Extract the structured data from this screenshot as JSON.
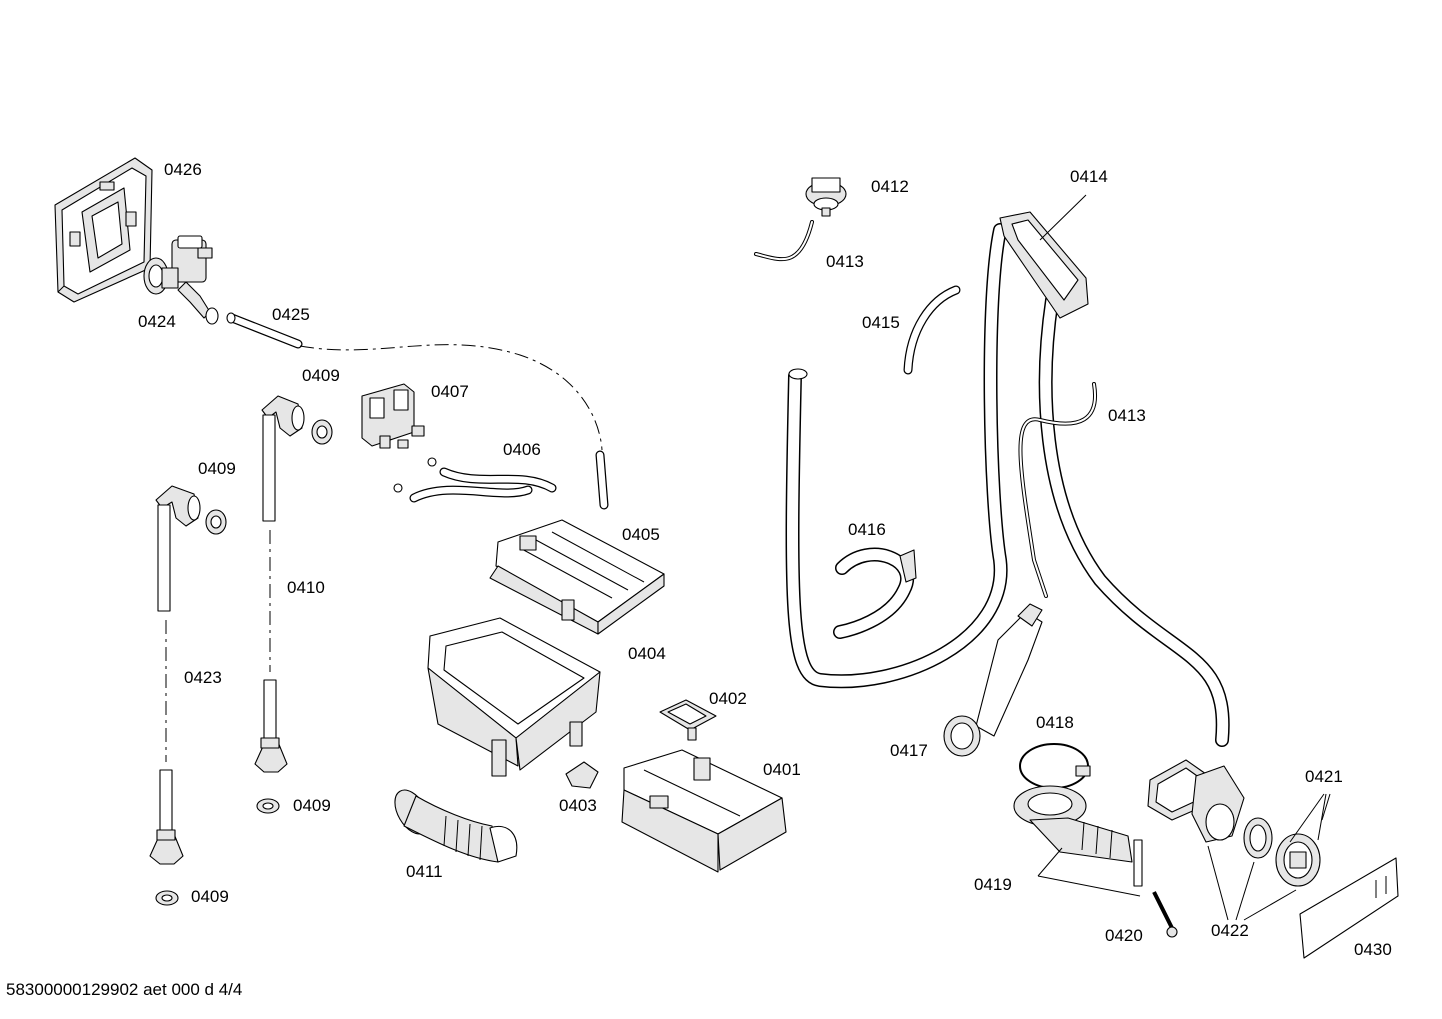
{
  "diagram": {
    "labels": {
      "p0426": "0426",
      "p0424": "0424",
      "p0425": "0425",
      "p0409a": "0409",
      "p0407": "0407",
      "p0409b": "0409",
      "p0406": "0406",
      "p0405": "0405",
      "p0410": "0410",
      "p0423": "0423",
      "p0404": "0404",
      "p0402": "0402",
      "p0401": "0401",
      "p0403": "0403",
      "p0409c": "0409",
      "p0411": "0411",
      "p0409d": "0409",
      "p0412": "0412",
      "p0413a": "0413",
      "p0414": "0414",
      "p0415": "0415",
      "p0413b": "0413",
      "p0416": "0416",
      "p0417": "0417",
      "p0418": "0418",
      "p0421": "0421",
      "p0419": "0419",
      "p0420": "0420",
      "p0422": "0422",
      "p0430": "0430"
    },
    "footer": "58300000129902 aet 000 d 4/4"
  }
}
